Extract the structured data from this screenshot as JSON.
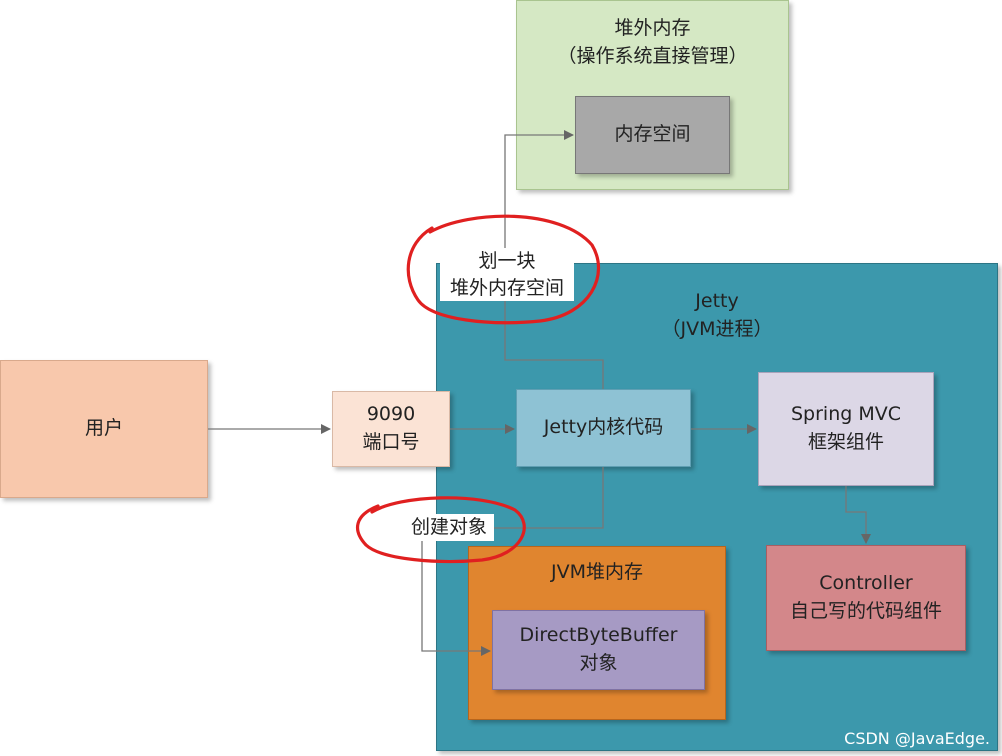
{
  "diagram": {
    "offheap": {
      "line1": "堆外内存",
      "line2": "（操作系统直接管理）"
    },
    "memory_space": {
      "label": "内存空间"
    },
    "jetty": {
      "line1": "Jetty",
      "line2": "（JVM进程）"
    },
    "user": {
      "label": "用户"
    },
    "port": {
      "line1": "9090",
      "line2": "端口号"
    },
    "kernel": {
      "label": "Jetty内核代码"
    },
    "spring": {
      "line1": "Spring MVC",
      "line2": "框架组件"
    },
    "controller": {
      "line1": "Controller",
      "line2": "自己写的代码组件"
    },
    "jvm_heap": {
      "label": "JVM堆内存"
    },
    "direct_buffer": {
      "line1": "DirectByteBuffer",
      "line2": "对象"
    },
    "edge_labels": {
      "allocate_line1": "划一块",
      "allocate_line2": "堆外内存空间",
      "create": "创建对象"
    }
  },
  "watermark": "CSDN @JavaEdge.",
  "colors": {
    "offheap": "#d5e8c4",
    "memory_space": "#a8a8a8",
    "jetty": "#3c98ac",
    "user": "#f8c8ac",
    "port": "#fbe3d5",
    "kernel": "#8ec2d4",
    "spring": "#dcd7e6",
    "controller": "#d3878a",
    "jvm_heap": "#e0852f",
    "direct_buffer": "#a69ac4",
    "highlight_circle": "#e02020"
  }
}
